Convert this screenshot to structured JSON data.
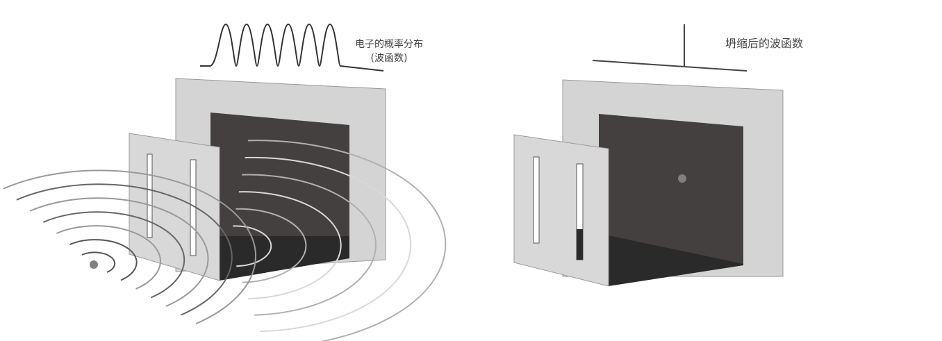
{
  "left_panel": {
    "label_line1": "电子的概率分布",
    "label_line2": "(波函数)"
  },
  "right_panel": {
    "label": "坍缩后的波函数"
  },
  "colors": {
    "back_wall": "#d4d4d4",
    "screen": "#444040",
    "floor": "#2a2a2a",
    "slit_plate": "#d8d8d8",
    "ink": "#333333",
    "wave": "#999999",
    "dot": "#808080"
  },
  "wave_peaks": 6
}
